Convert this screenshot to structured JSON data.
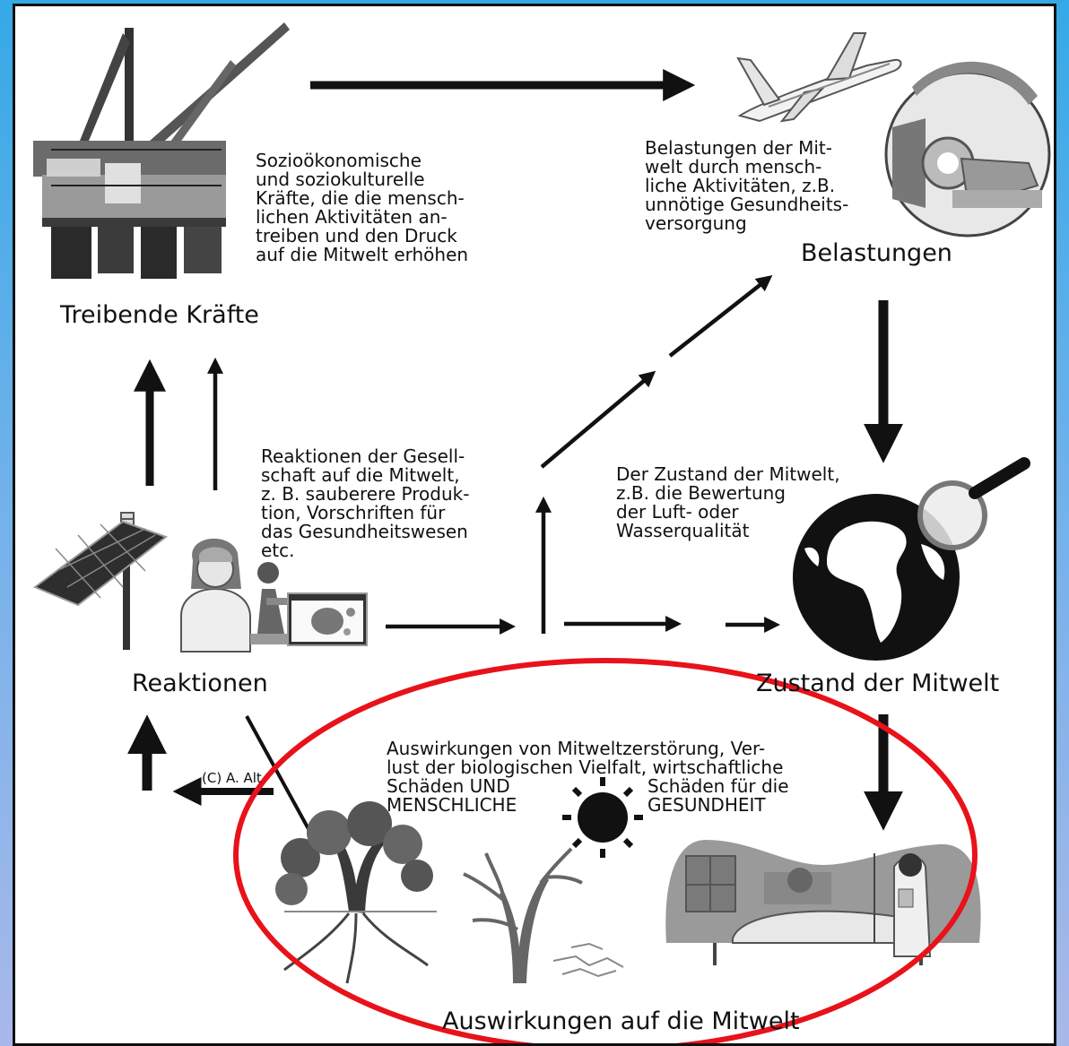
{
  "nodes": {
    "driving_forces": {
      "label": "Treibende Kräfte",
      "description": "Sozioökonomische\nund soziokulturelle\nKräfte, die die mensch-\nlichen Aktivitäten an-\ntreiben und den Druck\nauf die Mitwelt erhöhen"
    },
    "pressures": {
      "label": "Belastungen",
      "description": "Belastungen der Mit-\nwelt durch mensch-\nliche Aktivitäten, z.B.\nunnötige Gesundheits-\nversorgung"
    },
    "state": {
      "label": "Zustand der Mitwelt",
      "description": "Der Zustand der Mitwelt,\nz.B. die Bewertung\nder Luft- oder\nWasserqualität"
    },
    "impacts": {
      "label": "Auswirkungen auf die Mitwelt",
      "description_line1": "Auswirkungen von Mitweltzerstörung, Ver-\nlust der biologischen Vielfalt, wirtschaftliche",
      "description_left": "Schäden UND\nMENSCHLICHE",
      "description_right": "Schäden für die\nGESUNDHEIT"
    },
    "responses": {
      "label": "Reaktionen",
      "description": "Reaktionen der Gesell-\nschaft auf die Mitwelt,\nz. B. sauberere Produk-\ntion, Vorschriften für\ndas Gesundheitswesen\netc."
    }
  },
  "credit": "(C) A. Alt",
  "icons": [
    "oil-rig-icon",
    "airplane-icon",
    "ct-scanner-icon",
    "globe-icon",
    "magnifier-icon",
    "solar-panel-icon",
    "scientist-icon",
    "microscope-icon",
    "monitor-icon",
    "tree-icon",
    "dead-tree-icon",
    "sun-icon",
    "hospital-patient-icon"
  ],
  "colors": {
    "highlight": "#e8121a",
    "ink": "#111111",
    "gray": "#8a8a8a"
  }
}
